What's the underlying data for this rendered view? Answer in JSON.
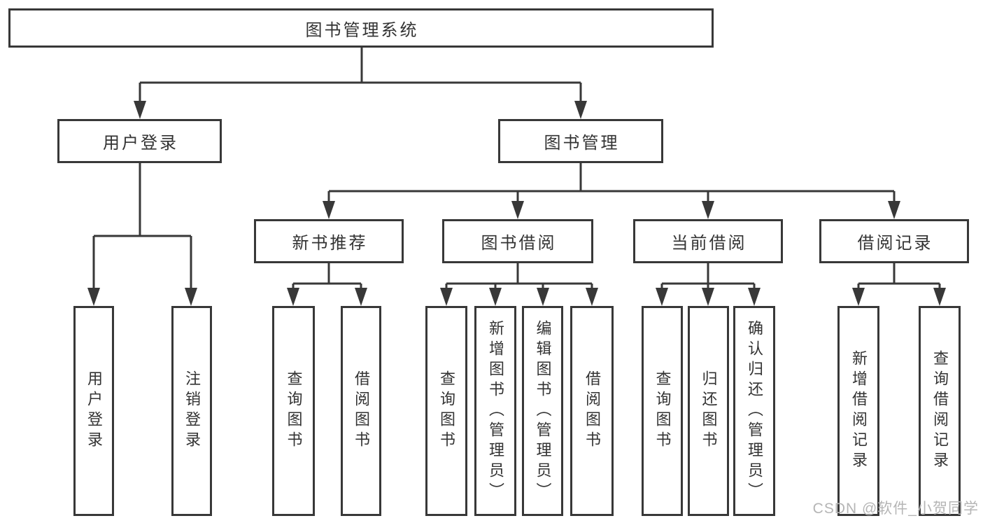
{
  "diagram": {
    "root": {
      "label": "图书管理系统"
    },
    "branches": [
      {
        "label": "用户登录",
        "children": [
          {
            "label": "用户登录"
          },
          {
            "label": "注销登录"
          }
        ]
      },
      {
        "label": "图书管理",
        "children": [
          {
            "label": "新书推荐",
            "children": [
              {
                "label": "查询图书"
              },
              {
                "label": "借阅图书"
              }
            ]
          },
          {
            "label": "图书借阅",
            "children": [
              {
                "label": "查询图书"
              },
              {
                "label": "新增图书（管理员）"
              },
              {
                "label": "编辑图书（管理员）"
              },
              {
                "label": "借阅图书"
              }
            ]
          },
          {
            "label": "当前借阅",
            "children": [
              {
                "label": "查询图书"
              },
              {
                "label": "归还图书"
              },
              {
                "label": "确认归还（管理员）"
              }
            ]
          },
          {
            "label": "借阅记录",
            "children": [
              {
                "label": "新增借阅记录"
              },
              {
                "label": "查询借阅记录"
              }
            ]
          }
        ]
      }
    ]
  },
  "watermark": "CSDN @软件_小贺同学",
  "colors": {
    "line": "#383838",
    "text": "#333333",
    "background": "#ffffff",
    "watermark": "#b5b5b5"
  }
}
